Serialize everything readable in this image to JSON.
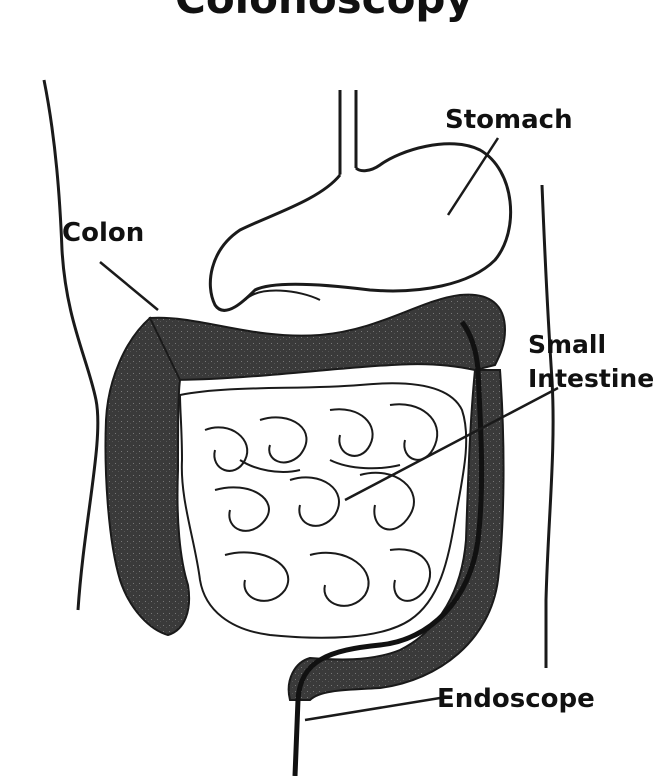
{
  "title": "Colonoscopy",
  "labels": {
    "stomach": "Stomach",
    "colon": "Colon",
    "small_intestine_line1": "Small",
    "small_intestine_line2": "Intestine",
    "endoscope": "Endoscope"
  },
  "colors": {
    "outline": "#1a1a1a",
    "colon_fill": "#3a3a3a",
    "background": "#ffffff"
  }
}
